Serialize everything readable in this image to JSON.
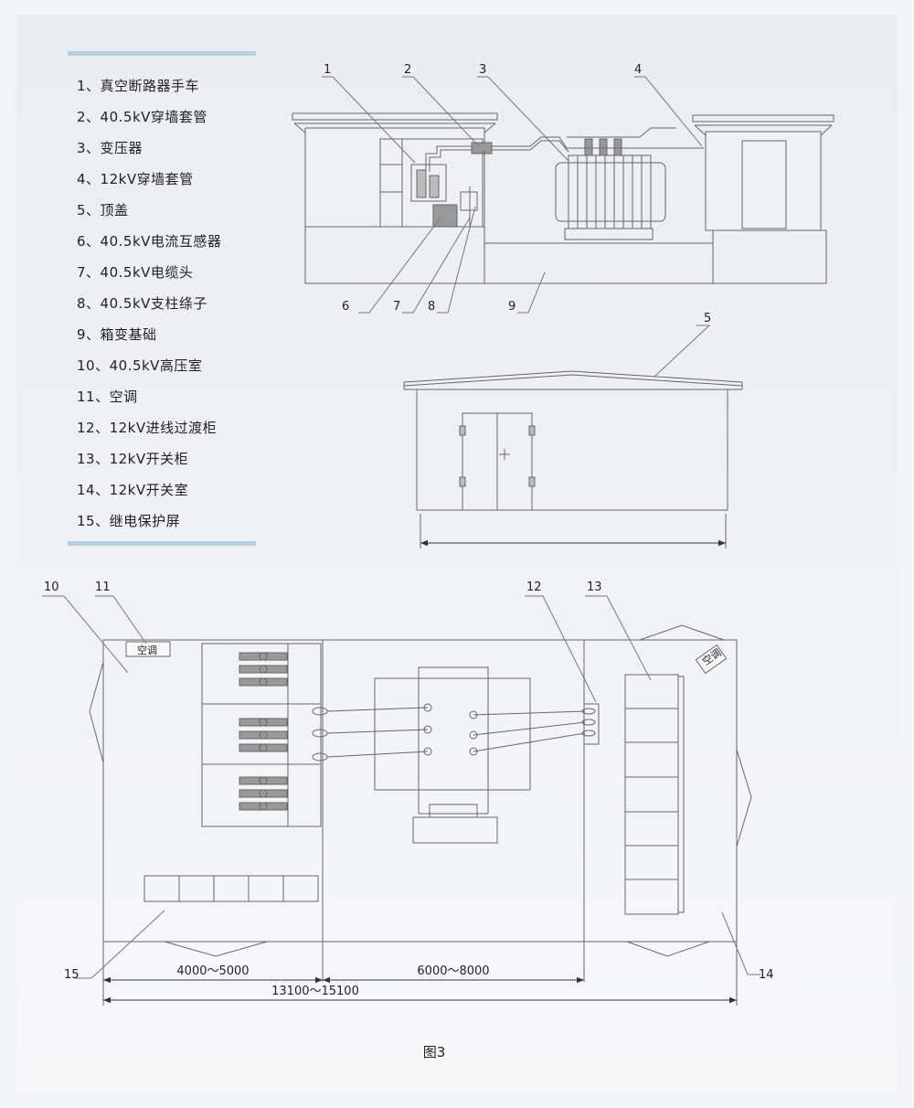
{
  "legend": [
    "1、真空断路器手车",
    "2、40.5kV穿墙套管",
    "3、变压器",
    "4、12kV穿墙套管",
    "5、顶盖",
    "6、40.5kV电流互感器",
    "7、40.5kV电缆头",
    "8、40.5kV支柱绦子",
    "9、箱变基础",
    "10、40.5kV高压室",
    "11、空调",
    "12、12kV进线过渡柜",
    "13、12kV开关柜",
    "14、12kV开关室",
    "15、继电保护屏"
  ],
  "callouts": {
    "c1": "1",
    "c2": "2",
    "c3": "3",
    "c4": "4",
    "c5": "5",
    "c6": "6",
    "c7": "7",
    "c8": "8",
    "c9": "9",
    "c10": "10",
    "c11": "11",
    "c12": "12",
    "c13": "13",
    "c14": "14",
    "c15": "15"
  },
  "ac_label": "空调",
  "dimensions": {
    "left": "4000～5000",
    "middle": "6000～8000",
    "total": "13100～15100"
  },
  "caption": "图3"
}
